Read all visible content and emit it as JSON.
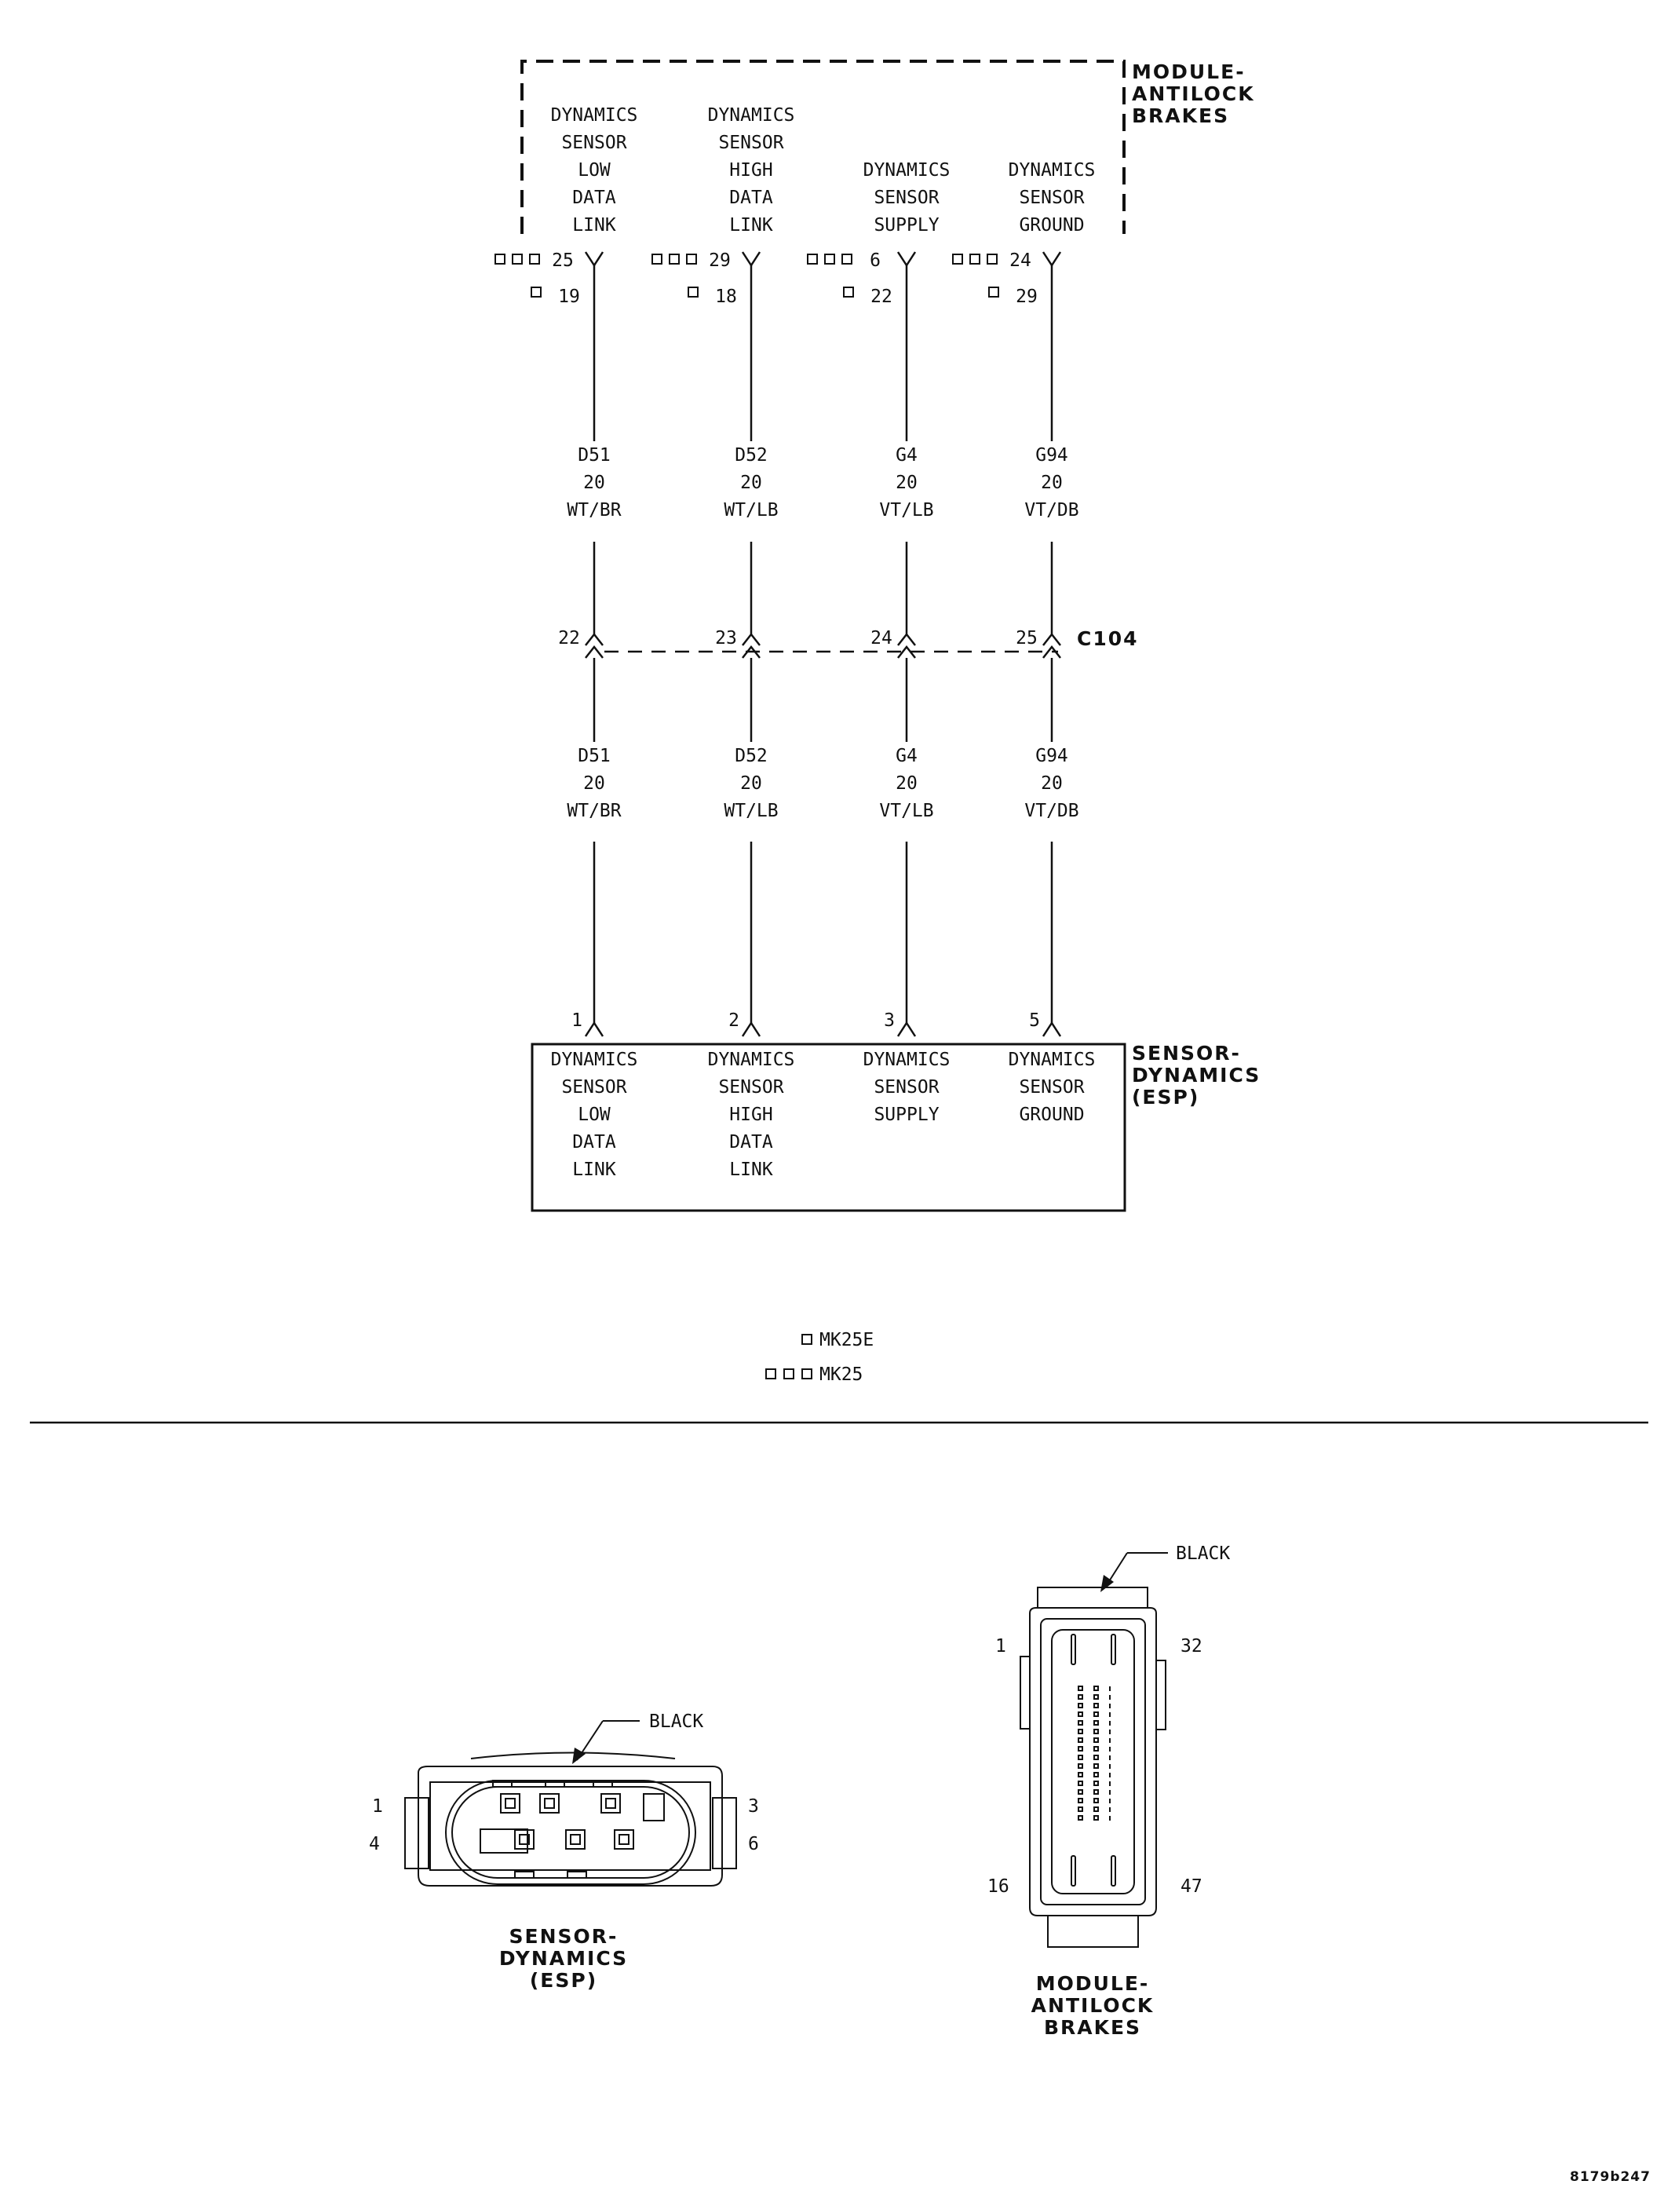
{
  "abs_module": {
    "label": [
      "MODULE-",
      "ANTILOCK",
      "BRAKES"
    ],
    "pins": [
      {
        "name": [
          "DYNAMICS",
          "SENSOR",
          "LOW",
          "DATA",
          "LINK"
        ],
        "pin_mk25": "25",
        "pin_mk25e": "19"
      },
      {
        "name": [
          "DYNAMICS",
          "SENSOR",
          "HIGH",
          "DATA",
          "LINK"
        ],
        "pin_mk25": "29",
        "pin_mk25e": "18"
      },
      {
        "name": [
          "DYNAMICS",
          "SENSOR",
          "SUPPLY"
        ],
        "pin_mk25": "6",
        "pin_mk25e": "22"
      },
      {
        "name": [
          "DYNAMICS",
          "SENSOR",
          "GROUND"
        ],
        "pin_mk25": "24",
        "pin_mk25e": "29"
      }
    ]
  },
  "wires": [
    {
      "circuit": "D51",
      "gauge": "20",
      "color": "WT/BR"
    },
    {
      "circuit": "D52",
      "gauge": "20",
      "color": "WT/LB"
    },
    {
      "circuit": "G4",
      "gauge": "20",
      "color": "VT/LB"
    },
    {
      "circuit": "G94",
      "gauge": "20",
      "color": "VT/DB"
    }
  ],
  "connector_c104": {
    "label": "C104",
    "pins": [
      "22",
      "23",
      "24",
      "25"
    ]
  },
  "sensor": {
    "label": [
      "SENSOR-",
      "DYNAMICS",
      "(ESP)"
    ],
    "pins": [
      {
        "num": "1",
        "name": [
          "DYNAMICS",
          "SENSOR",
          "LOW",
          "DATA",
          "LINK"
        ]
      },
      {
        "num": "2",
        "name": [
          "DYNAMICS",
          "SENSOR",
          "HIGH",
          "DATA",
          "LINK"
        ]
      },
      {
        "num": "3",
        "name": [
          "DYNAMICS",
          "SENSOR",
          "SUPPLY"
        ]
      },
      {
        "num": "5",
        "name": [
          "DYNAMICS",
          "SENSOR",
          "GROUND"
        ]
      }
    ]
  },
  "legend": {
    "single": "MK25E",
    "triple": "MK25"
  },
  "sensor_connector": {
    "color_label": "BLACK",
    "pin_labels": [
      "1",
      "3",
      "4",
      "6"
    ],
    "title": [
      "SENSOR-",
      "DYNAMICS",
      "(ESP)"
    ]
  },
  "abs_connector": {
    "color_label": "BLACK",
    "pin_labels": [
      "1",
      "32",
      "16",
      "47"
    ],
    "title": [
      "MODULE-",
      "ANTILOCK",
      "BRAKES"
    ]
  },
  "figure_id": "8179b247"
}
